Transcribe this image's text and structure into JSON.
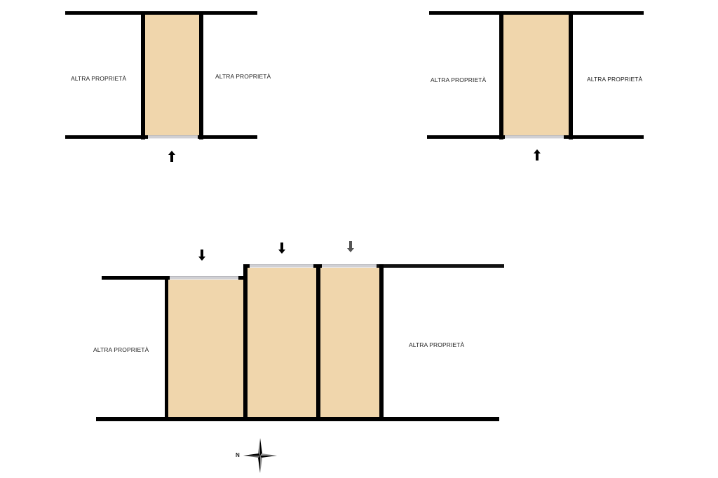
{
  "plans": [
    {
      "id": "plan-top-left",
      "labels": {
        "left": "ALTRA PROPRIETÀ",
        "right": "ALTRA PROPRIETÀ"
      },
      "entrance_arrow": "up"
    },
    {
      "id": "plan-top-right",
      "labels": {
        "left": "ALTRA PROPRIETÀ",
        "right": "ALTRA PROPRIETÀ"
      },
      "entrance_arrow": "up"
    },
    {
      "id": "plan-bottom",
      "labels": {
        "left": "ALTRA PROPRIETÀ",
        "right": "ALTRA PROPRIETÀ"
      },
      "entrance_arrows": [
        "down",
        "down",
        "down"
      ]
    }
  ],
  "compass": {
    "label": "N",
    "icon": "compass-rose-icon"
  },
  "colors": {
    "room_fill": "#f0d6ac",
    "wall": "#000000",
    "door": "#d0d0d4"
  }
}
